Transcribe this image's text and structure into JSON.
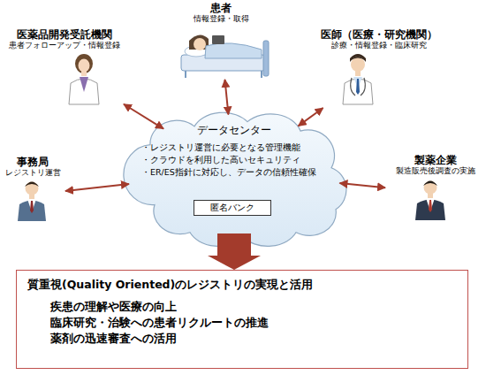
{
  "diagram": {
    "nodes": [
      {
        "text": [
          "患者",
          "情報登録・取得"
        ]
      },
      {
        "text": [
          "医薬品開発受託機関",
          "患者フォローアップ・情報登録"
        ]
      },
      {
        "text": [
          "医師（医療・研究機関）",
          "診療・情報登録・臨床研究"
        ]
      },
      {
        "text": [
          "データセンター",
          "・レジストリ運営に必要となる管理機能",
          "・クラウドを利用した高いセキュリティ",
          "・ER/ES指針に対応し、データの信頼性確保"
        ]
      },
      {
        "text": [
          "匿名バンク"
        ],
        "in": 3
      },
      {
        "text": [
          "事務局",
          "レジストリ運営"
        ]
      },
      {
        "text": [
          "製薬企業",
          "製造販売後調査の実施"
        ]
      },
      {
        "text": [
          "質重視(Quality Oriented)のレジストリの実現と活用",
          "疾患の理解や医療の向上",
          "臨床研究・治験への患者リクルートの推進",
          "薬剤の迅速審査への活用"
        ]
      }
    ],
    "edges": [
      {
        "from": 3,
        "to": 0,
        "arrow": "both"
      },
      {
        "from": 3,
        "to": 1,
        "arrow": "both"
      },
      {
        "from": 3,
        "to": 2,
        "arrow": "both"
      },
      {
        "from": 3,
        "to": 5,
        "arrow": "both"
      },
      {
        "from": 3,
        "to": 6,
        "arrow": "both"
      },
      {
        "from": 3,
        "to": 7,
        "arrow": "to"
      }
    ]
  }
}
